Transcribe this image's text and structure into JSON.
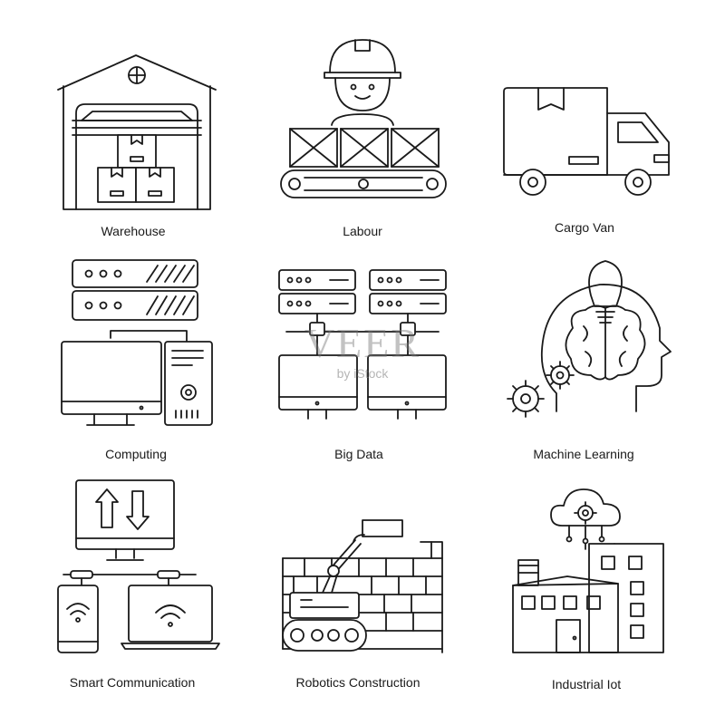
{
  "icons": [
    {
      "label": "Warehouse",
      "icon": "warehouse-icon"
    },
    {
      "label": "Labour",
      "icon": "worker-conveyor-icon"
    },
    {
      "label": "Cargo Van",
      "icon": "cargo-truck-icon"
    },
    {
      "label": "Computing",
      "icon": "server-computer-icon"
    },
    {
      "label": "Big Data",
      "icon": "data-servers-icon"
    },
    {
      "label": "Machine Learning",
      "icon": "head-brain-bulb-icon"
    },
    {
      "label": "Smart Communication",
      "icon": "network-devices-icon"
    },
    {
      "label": "Robotics Construction",
      "icon": "robot-arm-bricks-icon"
    },
    {
      "label": "Industrial Iot",
      "icon": "factory-cloud-icon"
    }
  ],
  "watermark": {
    "brand": "VEER",
    "tagline": "by iStock"
  },
  "colors": {
    "stroke": "#1a1a1a",
    "background": "#ffffff",
    "fill_gray": "#cfcfcf"
  }
}
